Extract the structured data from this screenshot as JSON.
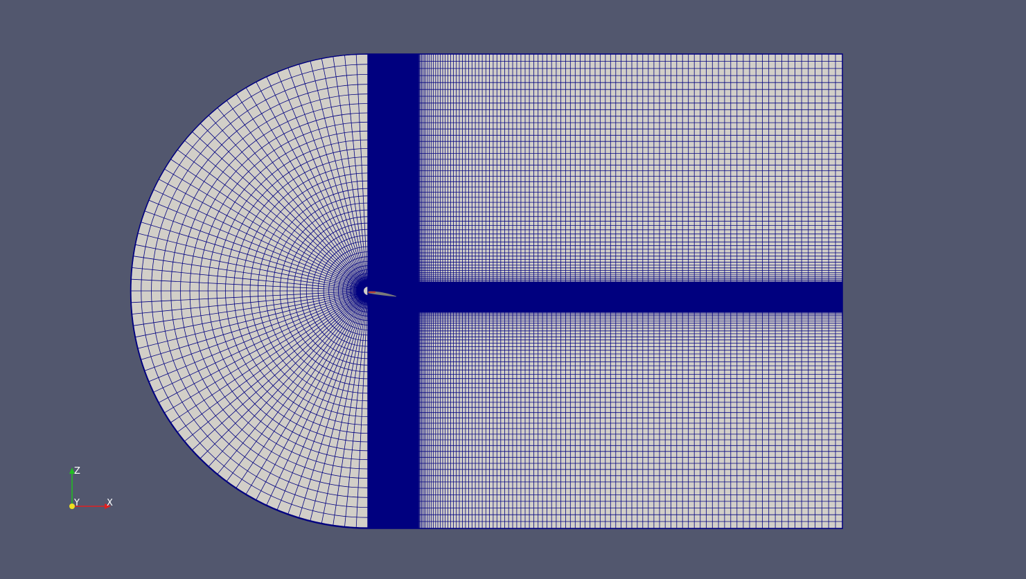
{
  "view": {
    "background_color": "#52576e",
    "mesh_face_color": "#d2cfc8",
    "mesh_edge_color": "#00007f",
    "airfoil_color": "#7a7a7a",
    "airfoil_tip_color": "#c0392b"
  },
  "orientation_axes": {
    "x_label": "X",
    "y_label": "Y",
    "z_label": "Z",
    "x_color": "#e02020",
    "y_color": "#f0e020",
    "z_color": "#20c020"
  }
}
